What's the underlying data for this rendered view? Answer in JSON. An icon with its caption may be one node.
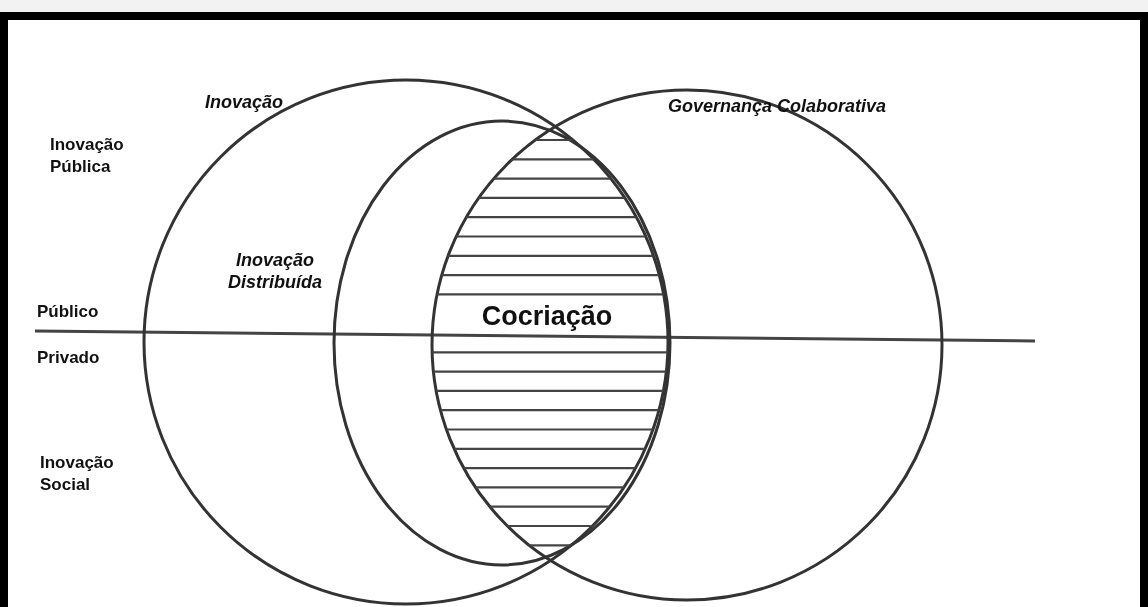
{
  "diagram": {
    "nodes": [
      {
        "text": [
          "Inovação"
        ]
      },
      {
        "text": [
          "Governança Colaborativa"
        ]
      },
      {
        "text": [
          "Inovação Distribuída"
        ],
        "in": 0
      },
      {
        "text": [
          "Cocriação"
        ]
      }
    ],
    "labels": [
      "Inovação Pública",
      "Público",
      "Privado",
      "Inovação Social"
    ]
  }
}
